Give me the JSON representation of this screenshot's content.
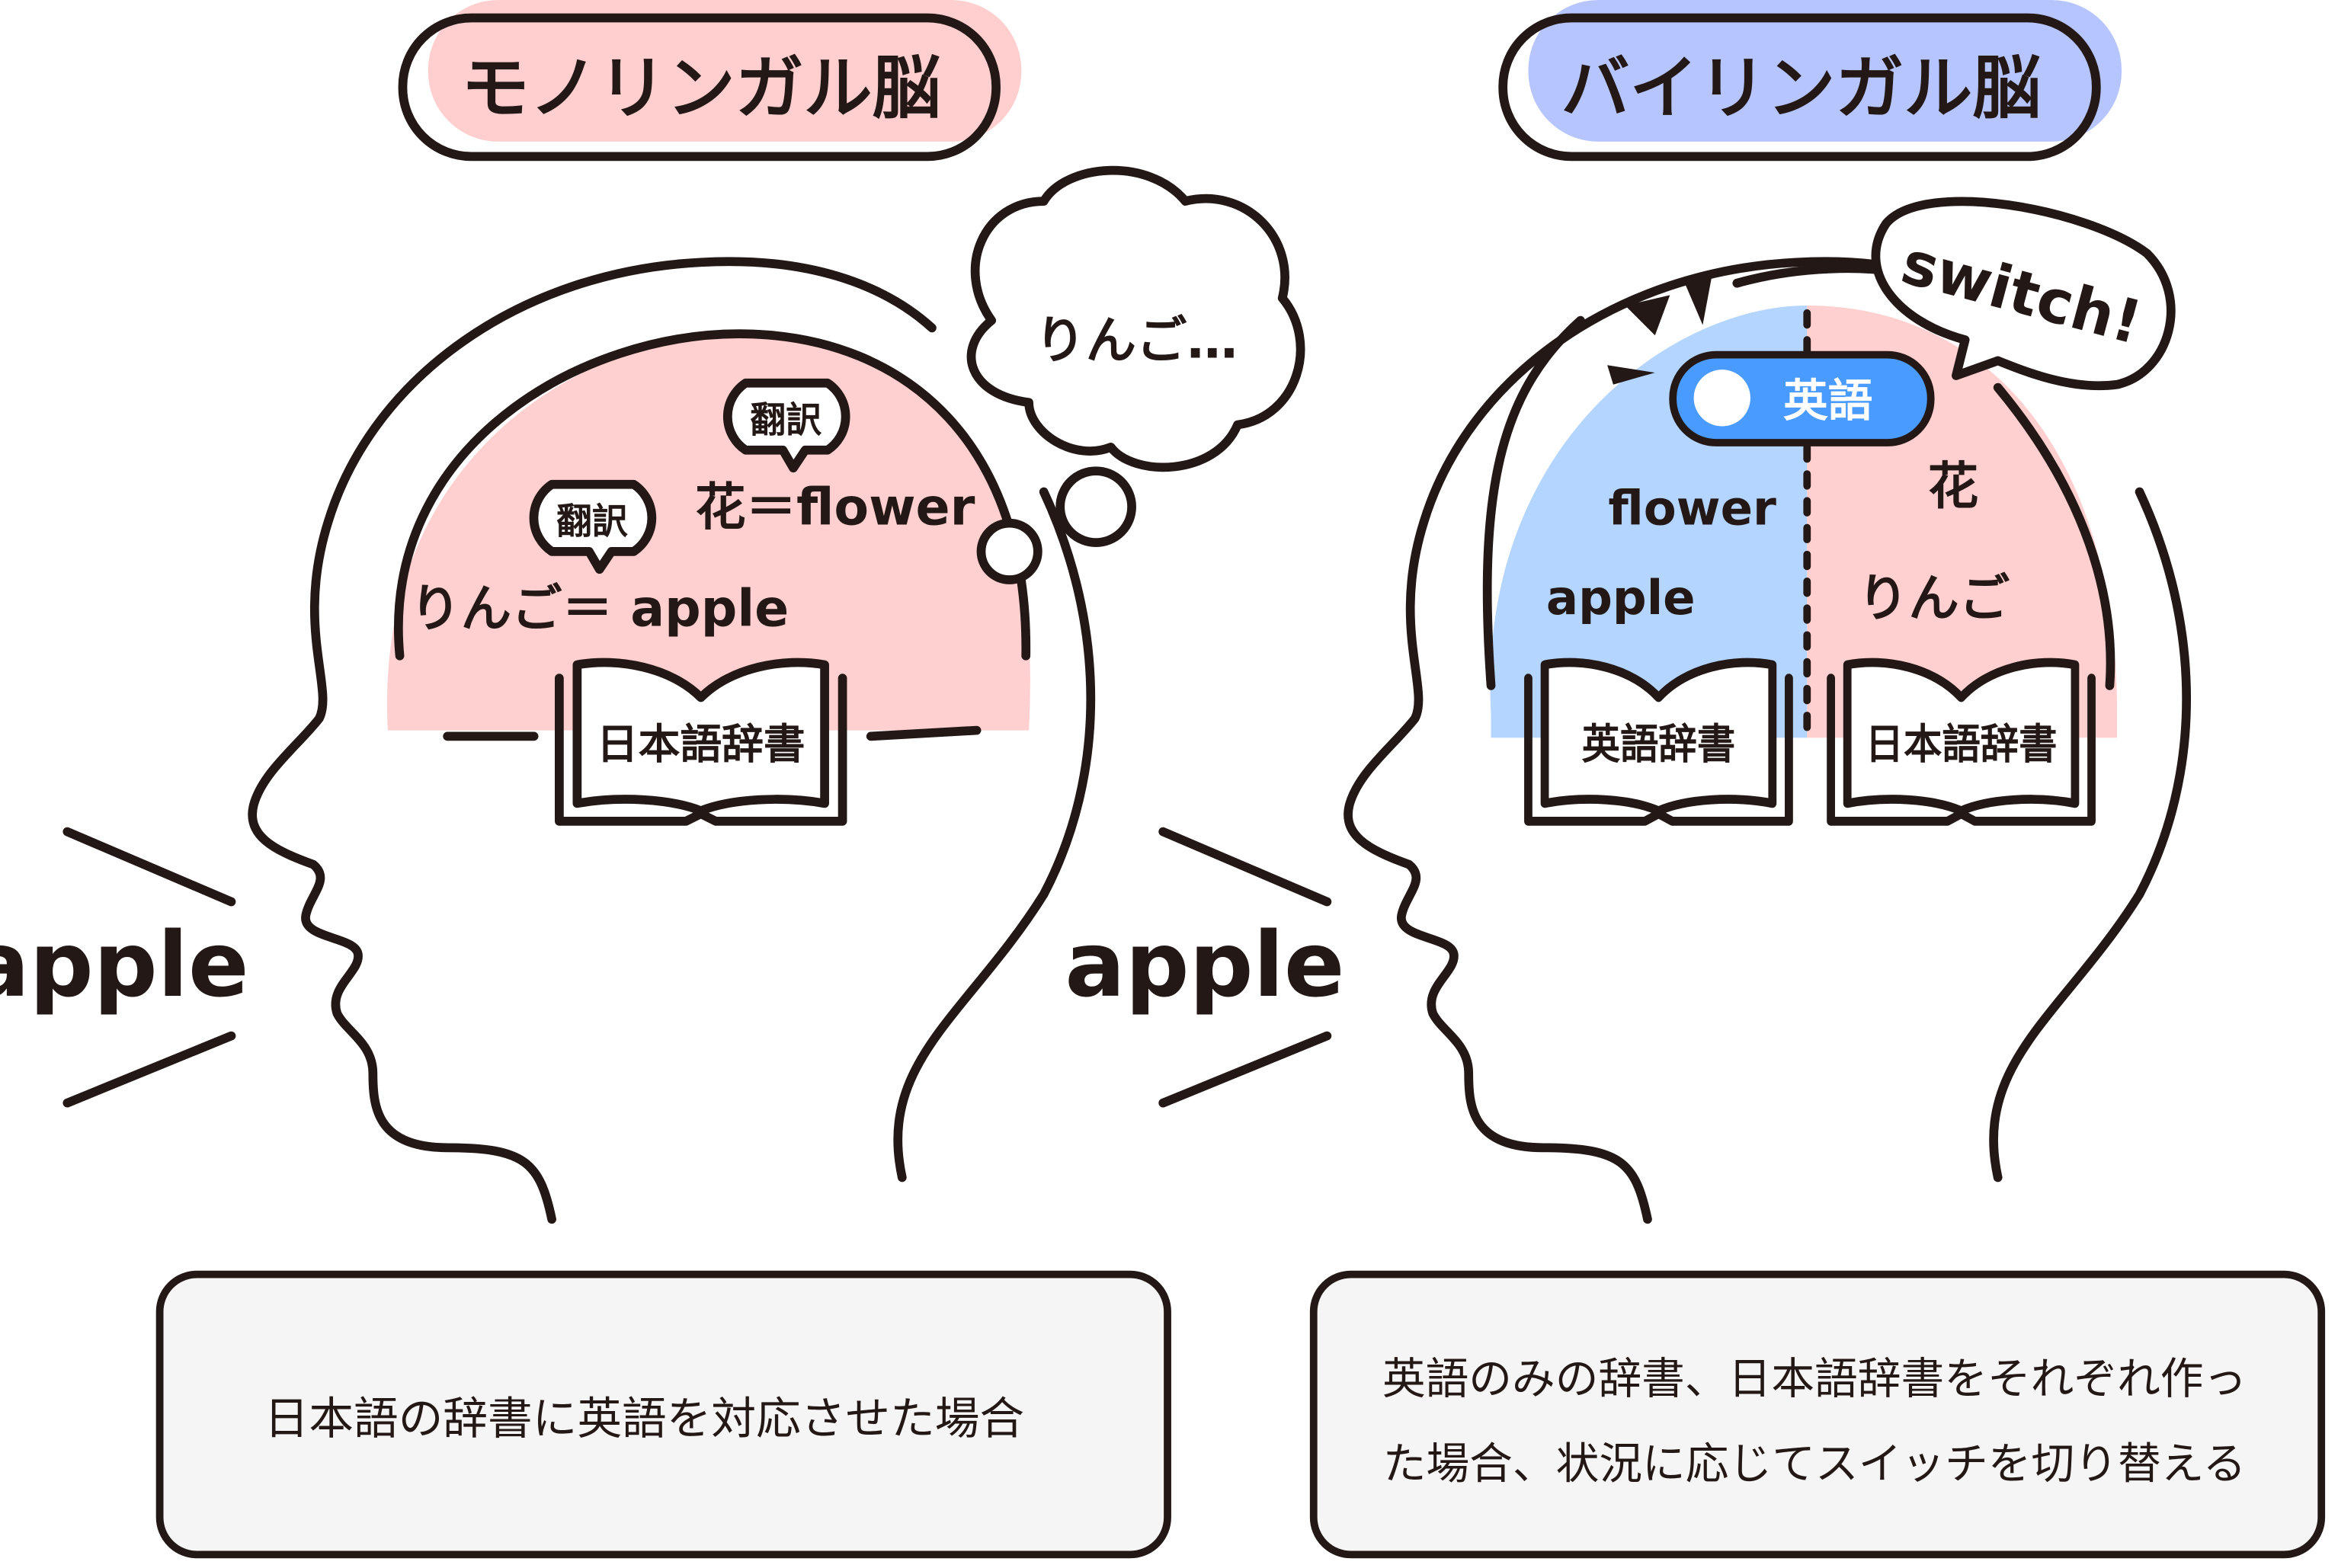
{
  "colors": {
    "line": "#231815",
    "pink": "#ffd0cf",
    "blue": "#b3d5ff",
    "title_blue": "#b7c5ff",
    "toggle": "#4a9bff",
    "caption_bg": "#f5f5f5"
  },
  "left": {
    "title": "モノリンガル脳",
    "thought": "りんご…",
    "bubbles": [
      "翻訳",
      "翻訳"
    ],
    "pairs": [
      "花＝flower",
      "りんご＝ apple"
    ],
    "book": "日本語辞書",
    "spoken": "apple",
    "caption": "日本語の辞書に英語を対応させた場合"
  },
  "right": {
    "title": "バイリンガル脳",
    "switch_bubble": "switch!",
    "toggle_label": "英語",
    "english_words": [
      "flower",
      "apple"
    ],
    "japanese_words": [
      "花",
      "りんご"
    ],
    "books": [
      "英語辞書",
      "日本語辞書"
    ],
    "spoken": "apple",
    "caption_lines": [
      "英語のみの辞書、日本語辞書をそれぞれ作っ",
      "た場合、状況に応じてスイッチを切り替える"
    ]
  }
}
